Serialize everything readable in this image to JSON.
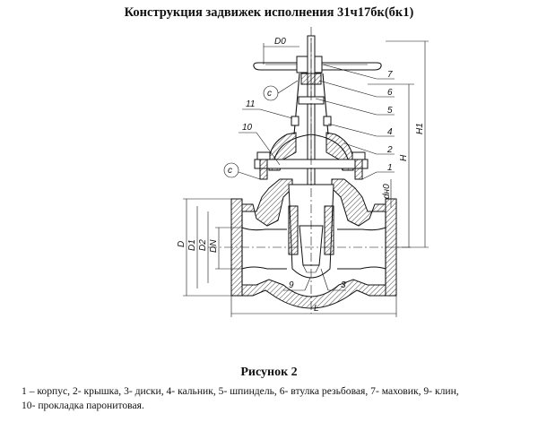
{
  "title": "Конструкция задвижек исполнения 31ч17бк(бк1)",
  "figure_caption": "Рисунок 2",
  "legend": {
    "line1": "1 – корпус, 2- крышка, 3- диски, 4- кальник, 5- шпиндель, 6- втулка резьбовая, 7- маховик,  9- клин,",
    "line2": "10- прокладка паронитовая."
  },
  "labels": {
    "l1": "1",
    "l2": "2",
    "l3": "3",
    "l4": "4",
    "l5": "5",
    "l6": "6",
    "l7": "7",
    "l9": "9",
    "l10": "10",
    "l11": "11",
    "c1": "c",
    "c2": "c"
  },
  "dimensions": {
    "d0": "D0",
    "h1": "H1",
    "h": "H",
    "dn": "DN",
    "d": "D",
    "d1": "D1",
    "d2": "D2",
    "l": "L",
    "dn0": "dн0"
  }
}
